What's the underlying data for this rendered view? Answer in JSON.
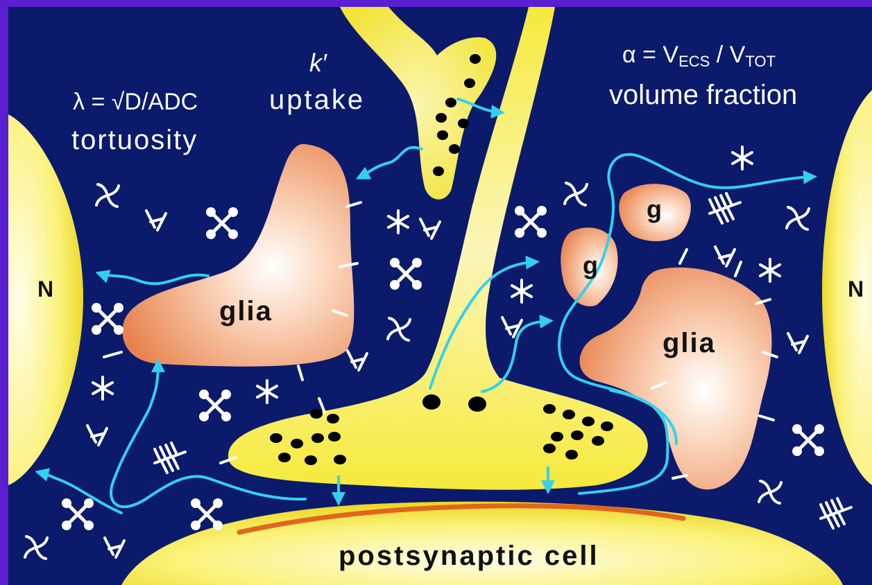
{
  "labels": {
    "tortuosity_formula_lambda": "λ = ",
    "tortuosity_formula_sqrt": "√D/ADC",
    "tortuosity": "tortuosity",
    "uptake_symbol": "k′",
    "uptake": "uptake",
    "volume_alpha": "α = V",
    "volume_sub_ecs": "ECS",
    "volume_slash": " / V",
    "volume_sub_tot": "TOT",
    "volume_fraction": "volume fraction",
    "neuron_left": "N",
    "neuron_right": "N",
    "glia_left": "glia",
    "glia_right": "glia",
    "glia_small_1": "g",
    "glia_small_2": "g",
    "postsynaptic": "postsynaptic cell"
  },
  "colors": {
    "frame": "#5a1fd0",
    "ecs_background": "#0b1a6b",
    "cell_yellow": "#f8ef5a",
    "glia_orange": "#ee9a6a",
    "diffusion_path": "#33d0ee",
    "molecules": "#ffffff",
    "synapse": "#e0661e"
  }
}
